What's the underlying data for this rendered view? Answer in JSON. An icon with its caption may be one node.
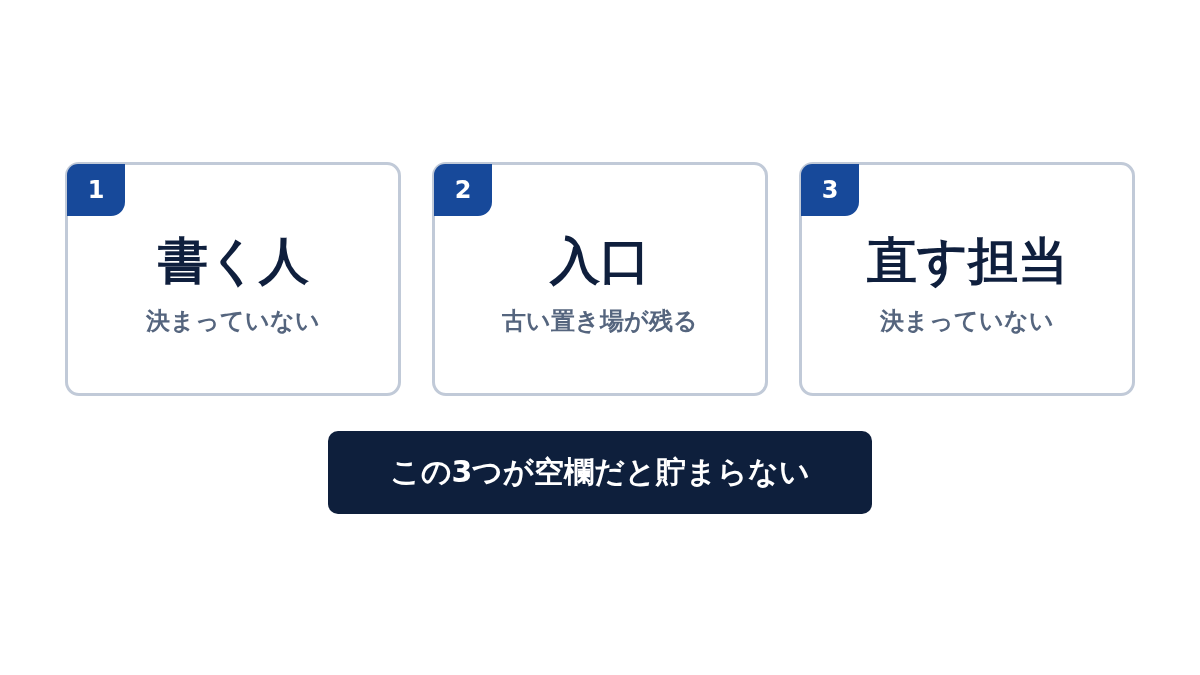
{
  "diagram": {
    "nodes": [
      {
        "text": [
          "1",
          "書く人",
          "決まっていない"
        ]
      },
      {
        "text": [
          "2",
          "入口",
          "古い置き場が残る"
        ]
      },
      {
        "text": [
          "3",
          "直す担当",
          "決まっていない"
        ]
      },
      {
        "text": [
          "この3つが空欄だと貯まらない"
        ]
      }
    ]
  }
}
